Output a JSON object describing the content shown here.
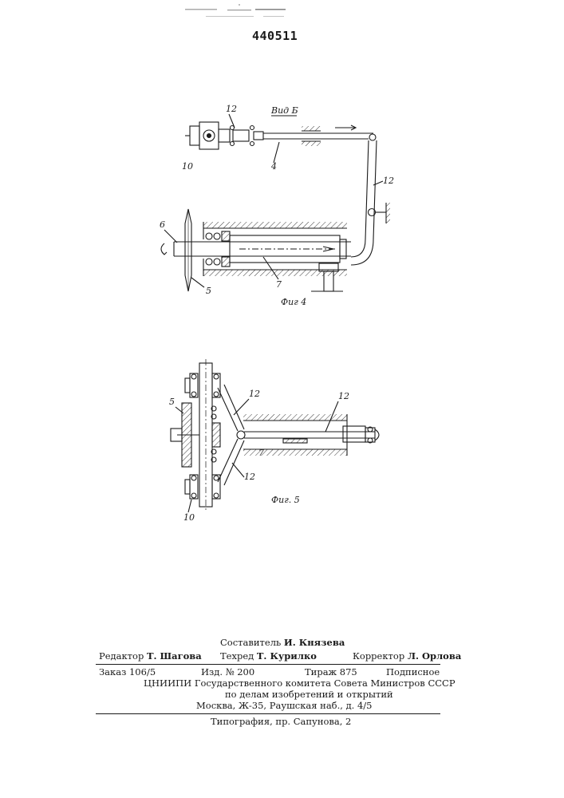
{
  "header": {
    "patent_number": "440511"
  },
  "figure_top": {
    "view_label": "Вид Б",
    "caption": "Фиг 4",
    "labels": {
      "lever_top": "12",
      "lever_side": "12",
      "rod": "4",
      "disk_left": "10",
      "shaft": "6",
      "cutter": "5",
      "cylinder": "7"
    }
  },
  "figure_bottom": {
    "caption": "Фиг. 5",
    "labels": {
      "link_upper": "12",
      "link_lower": "12",
      "rod_right": "12",
      "cutter": "5",
      "cylinder": "7",
      "disk_bottom": "10"
    }
  },
  "footer": {
    "compiler_label": "Составитель",
    "compiler_name": "И. Князева",
    "editor_label": "Редактор",
    "editor_name": "Т. Шагова",
    "techred_label": "Техред",
    "techred_name": "Т. Курилко",
    "corrector_label": "Корректор",
    "corrector_name": "Л. Орлова",
    "order": "Заказ 106/5",
    "edition": "Изд. № 200",
    "circulation": "Тираж 875",
    "subscription": "Подписное",
    "org_line1": "ЦНИИПИ Государственного комитета Совета Министров СССР",
    "org_line2": "по делам изобретений и открытий",
    "address": "Москва, Ж-35, Раушская наб., д. 4/5",
    "printer": "Типография, пр. Сапунова, 2"
  }
}
